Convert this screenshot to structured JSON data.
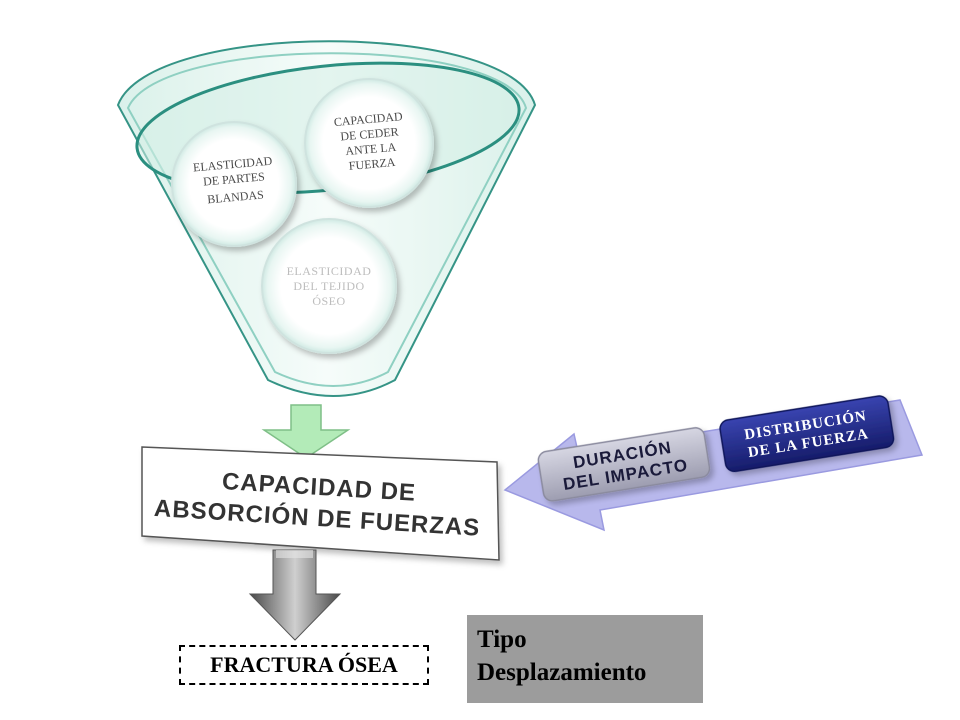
{
  "funnel": {
    "circles": [
      {
        "lines": [
          "ELASTICIDAD",
          "DE PARTES",
          "BLANDAS"
        ]
      },
      {
        "lines": [
          "CAPACIDAD",
          "DE CEDER",
          "ANTE LA",
          "FUERZA"
        ]
      },
      {
        "lines": [
          "ELASTICIDAD",
          "DEL TEJIDO",
          "ÓSEO"
        ]
      }
    ]
  },
  "main_box": {
    "lines": [
      "CAPACIDAD DE",
      "ABSORCIÓN DE FUERZAS"
    ]
  },
  "side_arrow": {
    "labels": [
      {
        "lines": [
          "DURACIÓN",
          "DEL IMPACTO"
        ]
      },
      {
        "lines": [
          "DISTRIBUCIÓN",
          "DE LA FUERZA"
        ]
      }
    ]
  },
  "result": {
    "label": "FRACTURA ÓSEA"
  },
  "side_note": {
    "lines": [
      "Tipo",
      "Desplazamiento"
    ]
  },
  "colors": {
    "funnel_rim": "#2b8f80",
    "funnel_fill": "#d3eee6",
    "arrow_green": "#b3ebb8",
    "side_arrow": "#b8b8ec",
    "tag_gray": "#b8b8c8",
    "tag_navy": "#232a8c",
    "note_bg": "#9c9c9c"
  }
}
